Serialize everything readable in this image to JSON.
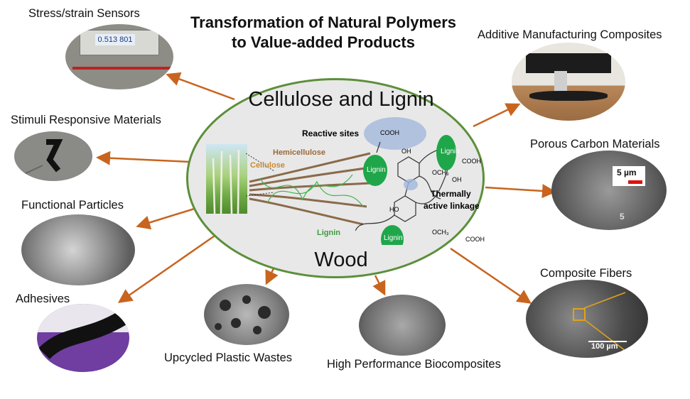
{
  "title_line1": "Transformation of Natural Polymers",
  "title_line2": "to Value-added Products",
  "center": {
    "heading": "Cellulose and Lignin",
    "footer": "Wood",
    "labels": {
      "cellulose": "Cellulose",
      "hemicellulose": "Hemicellulose",
      "lignin": "Lignin",
      "reactive_sites": "Reactive sites",
      "thermally": "Thermally",
      "active_linkage": "active linkage",
      "lignin_blob": "Lignin",
      "cooh": "COOH",
      "oh": "OH",
      "och3": "OCH₃",
      "ho": "HO"
    }
  },
  "products": {
    "stress": "Stress/strain Sensors",
    "stimuli": "Stimuli Responsive Materials",
    "functional": "Functional Particles",
    "adhesives": "Adhesives",
    "upcycled": "Upcycled Plastic Wastes",
    "biocomposites": "High Performance Biocomposites",
    "additive": "Additive Manufacturing Composites",
    "porous": "Porous Carbon Materials",
    "fibers": "Composite Fibers"
  },
  "image_text": {
    "display": "0.513 801",
    "scale_porous": "5 µm",
    "scale_porous2": "5",
    "scale_fibers": "100 µm"
  },
  "colors": {
    "arrow": "#c8641e",
    "oval_border": "#5c8f3a",
    "lignin_green": "#1fa64a",
    "reactive_blue": "#9fb6dc"
  }
}
